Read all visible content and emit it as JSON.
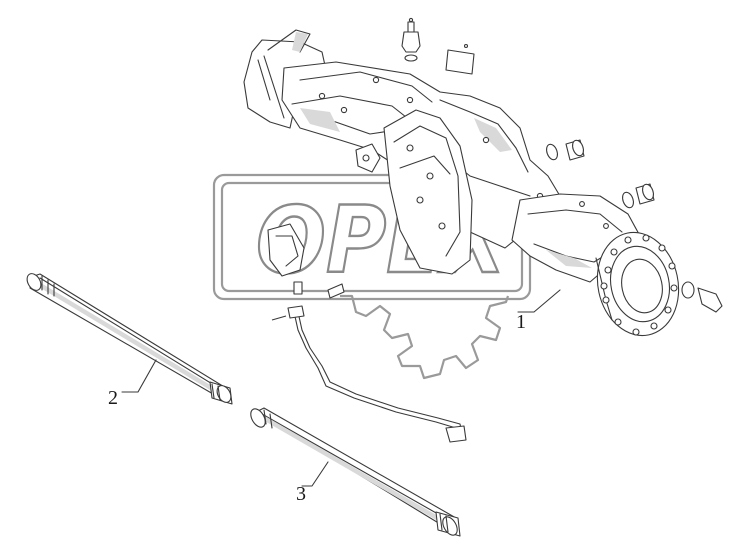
{
  "diagram": {
    "callouts": [
      {
        "id": "1",
        "label": "1"
      },
      {
        "id": "2",
        "label": "2"
      },
      {
        "id": "3",
        "label": "3"
      }
    ],
    "watermark": {
      "text": "OPEX",
      "color": "#8a8a8a"
    },
    "colors": {
      "line": "#3a3a3a",
      "shade": "#d9d9d9",
      "background": "#ffffff"
    }
  }
}
